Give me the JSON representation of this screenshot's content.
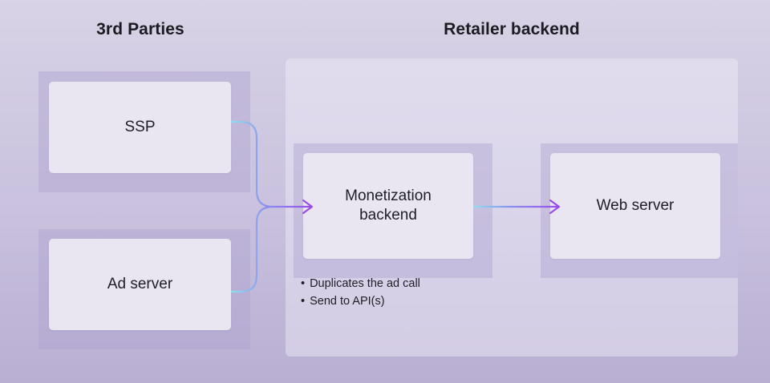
{
  "headings": {
    "left": "3rd Parties",
    "right": "Retailer backend"
  },
  "nodes": {
    "ssp": "SSP",
    "ad_server": "Ad server",
    "monetization_line1": "Monetization",
    "monetization_line2": "backend",
    "web_server": "Web server"
  },
  "notes": [
    "Duplicates the ad call",
    "Send to API(s)"
  ],
  "colors": {
    "connector_start": "#8fe0ef",
    "connector_mid": "#8a8cf0",
    "connector_end": "#9a4ce8"
  }
}
